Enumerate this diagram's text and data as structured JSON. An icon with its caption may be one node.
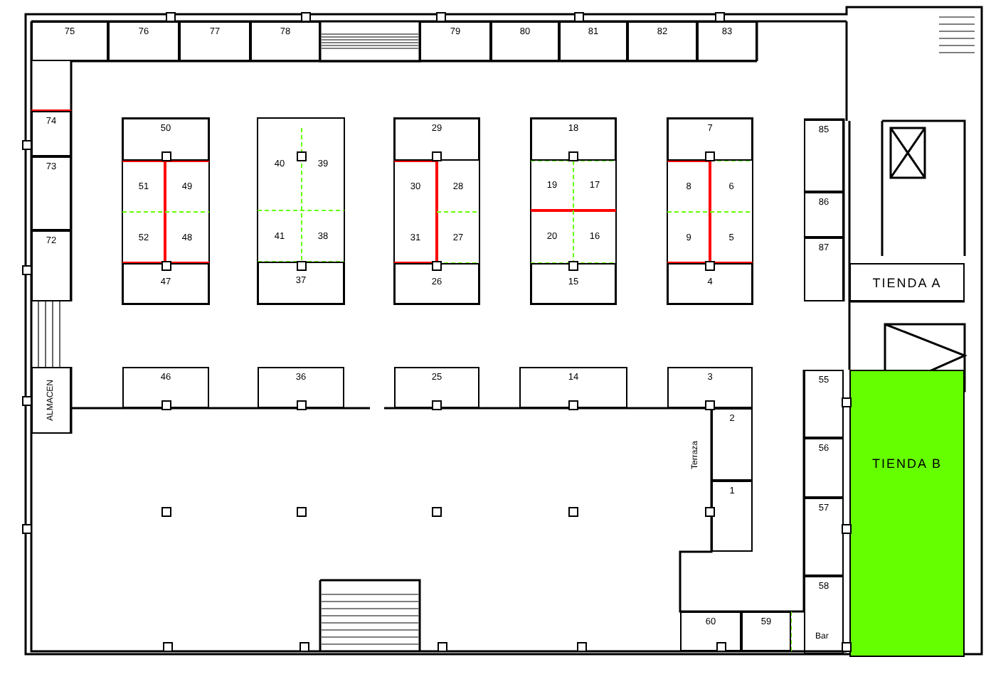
{
  "diagram": {
    "nodes": [
      {
        "text": [
          "75"
        ]
      },
      {
        "text": [
          "76"
        ]
      },
      {
        "text": [
          "77"
        ]
      },
      {
        "text": [
          "78"
        ]
      },
      {
        "text": [
          "79"
        ]
      },
      {
        "text": [
          "80"
        ]
      },
      {
        "text": [
          "81"
        ]
      },
      {
        "text": [
          "82"
        ]
      },
      {
        "text": [
          "83"
        ]
      },
      {
        "text": [
          "74"
        ]
      },
      {
        "text": [
          "73"
        ]
      },
      {
        "text": [
          "72"
        ]
      },
      {
        "text": [
          "50"
        ]
      },
      {
        "text": [
          "51"
        ]
      },
      {
        "text": [
          "49"
        ]
      },
      {
        "text": [
          "52"
        ]
      },
      {
        "text": [
          "48"
        ]
      },
      {
        "text": [
          "47"
        ]
      },
      {
        "text": [
          "40"
        ]
      },
      {
        "text": [
          "39"
        ]
      },
      {
        "text": [
          "41"
        ]
      },
      {
        "text": [
          "38"
        ]
      },
      {
        "text": [
          "37"
        ]
      },
      {
        "text": [
          "29"
        ]
      },
      {
        "text": [
          "30"
        ]
      },
      {
        "text": [
          "28"
        ]
      },
      {
        "text": [
          "31"
        ]
      },
      {
        "text": [
          "27"
        ]
      },
      {
        "text": [
          "26"
        ]
      },
      {
        "text": [
          "18"
        ]
      },
      {
        "text": [
          "19"
        ]
      },
      {
        "text": [
          "17"
        ]
      },
      {
        "text": [
          "20"
        ]
      },
      {
        "text": [
          "16"
        ]
      },
      {
        "text": [
          "15"
        ]
      },
      {
        "text": [
          "7"
        ]
      },
      {
        "text": [
          "8"
        ]
      },
      {
        "text": [
          "6"
        ]
      },
      {
        "text": [
          "9"
        ]
      },
      {
        "text": [
          "5"
        ]
      },
      {
        "text": [
          "4"
        ]
      },
      {
        "text": [
          "85"
        ]
      },
      {
        "text": [
          "86"
        ]
      },
      {
        "text": [
          "87"
        ]
      },
      {
        "text": [
          "TIENDA A"
        ]
      },
      {
        "text": [
          "ALMACEN"
        ]
      },
      {
        "text": [
          "46"
        ]
      },
      {
        "text": [
          "36"
        ]
      },
      {
        "text": [
          "25"
        ]
      },
      {
        "text": [
          "14"
        ]
      },
      {
        "text": [
          "3"
        ]
      },
      {
        "text": [
          "2"
        ]
      },
      {
        "text": [
          "1"
        ]
      },
      {
        "text": [
          "55"
        ]
      },
      {
        "text": [
          "56"
        ]
      },
      {
        "text": [
          "57"
        ]
      },
      {
        "text": [
          "58"
        ]
      },
      {
        "text": [
          "TIENDA B"
        ]
      },
      {
        "text": [
          "60"
        ]
      },
      {
        "text": [
          "59"
        ]
      }
    ],
    "labels": [
      "Terraza",
      "Bar"
    ]
  }
}
